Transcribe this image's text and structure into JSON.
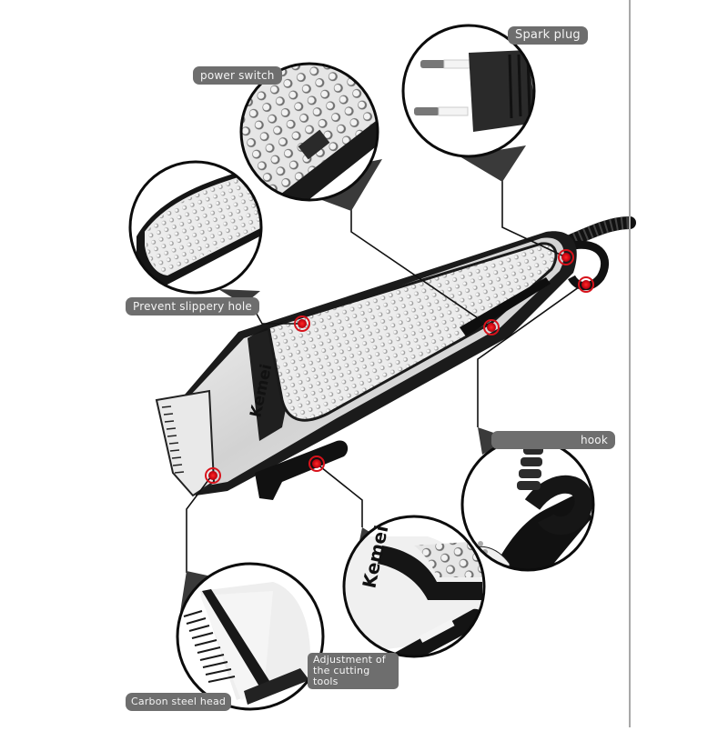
{
  "product": {
    "brand": "Kemei",
    "type": "hair clipper feature diagram"
  },
  "callouts": [
    {
      "id": "power-switch",
      "label": "power switch"
    },
    {
      "id": "spark-plug",
      "label": "Spark plug"
    },
    {
      "id": "prevent-slippery-hole",
      "label": "Prevent slippery hole"
    },
    {
      "id": "hook",
      "label": "hook"
    },
    {
      "id": "adjustment",
      "label": "Adjustment of the cutting tools"
    },
    {
      "id": "carbon-steel-head",
      "label": "Carbon steel head"
    }
  ],
  "colors": {
    "label_bg": "#6e6e6e",
    "label_text": "#f4f4f4",
    "marker_red": "#e0141e",
    "leader_line": "#111111",
    "body_silver": "#d8d8d8",
    "body_black": "#1a1a1a"
  }
}
